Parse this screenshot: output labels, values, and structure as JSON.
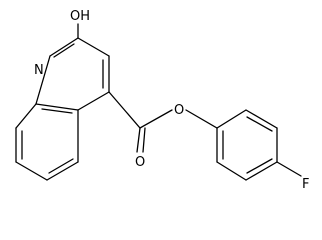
{
  "molecule": {
    "atoms": {
      "hydroxyl": "OH",
      "ring_nitrogen": "N",
      "ester_oxygen": "O",
      "carbonyl_oxygen": "O",
      "fluorine": "F"
    }
  }
}
